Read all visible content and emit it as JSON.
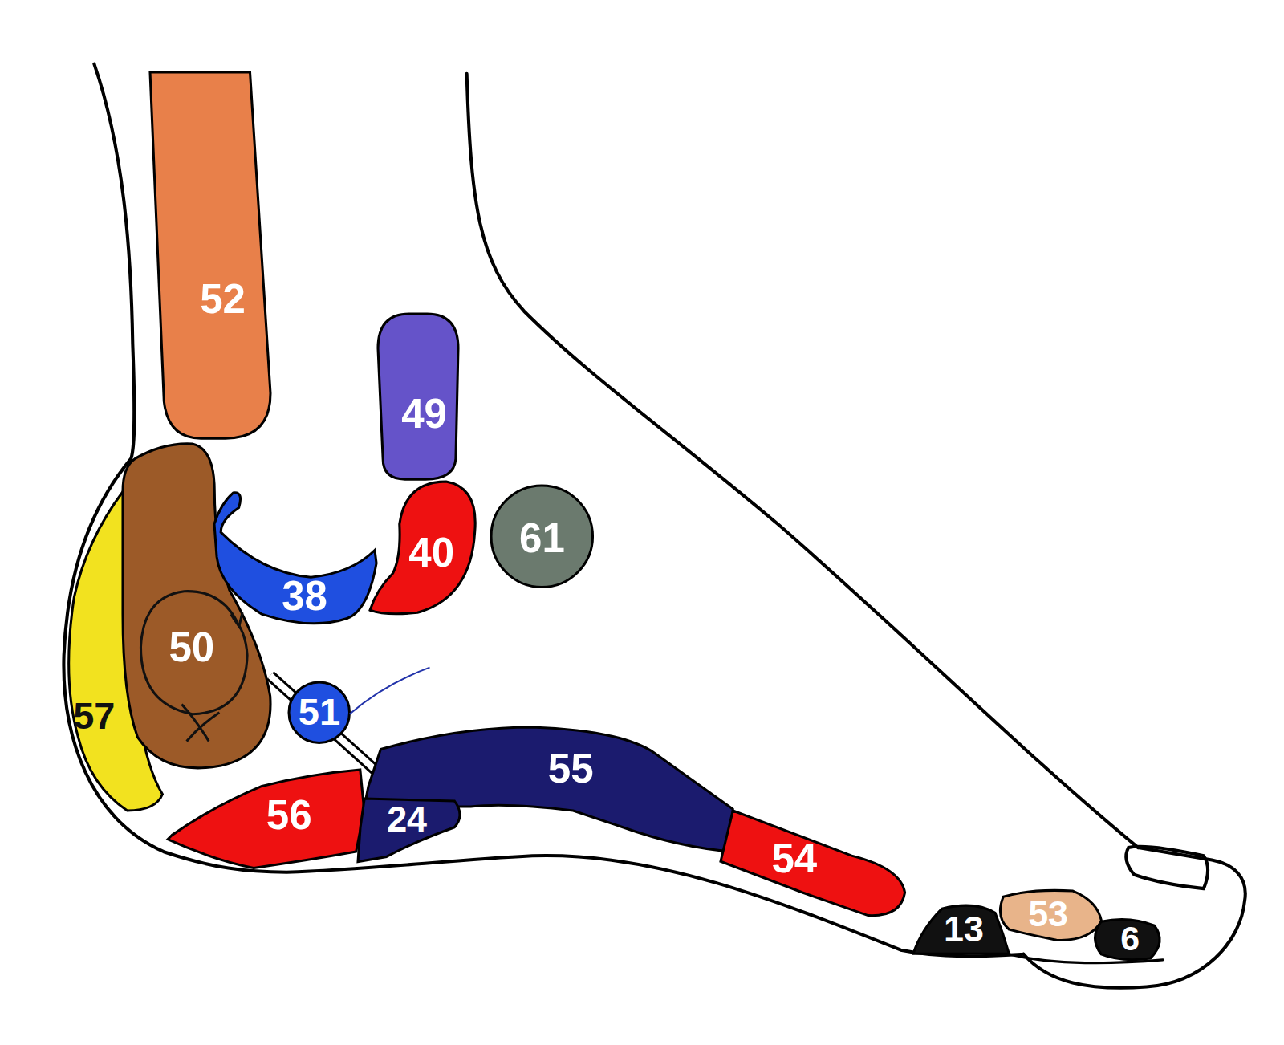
{
  "diagram": {
    "nodes": [
      {
        "text": [
          "52"
        ]
      },
      {
        "text": [
          "49"
        ]
      },
      {
        "text": [
          "38"
        ]
      },
      {
        "text": [
          "40"
        ]
      },
      {
        "text": [
          "61"
        ]
      },
      {
        "text": [
          "50"
        ]
      },
      {
        "text": [
          "57"
        ]
      },
      {
        "text": [
          "51"
        ]
      },
      {
        "text": [
          "55"
        ]
      },
      {
        "text": [
          "56"
        ]
      },
      {
        "text": [
          "24"
        ]
      },
      {
        "text": [
          "54"
        ]
      },
      {
        "text": [
          "13"
        ]
      },
      {
        "text": [
          "53"
        ]
      },
      {
        "text": [
          "6"
        ]
      }
    ]
  }
}
